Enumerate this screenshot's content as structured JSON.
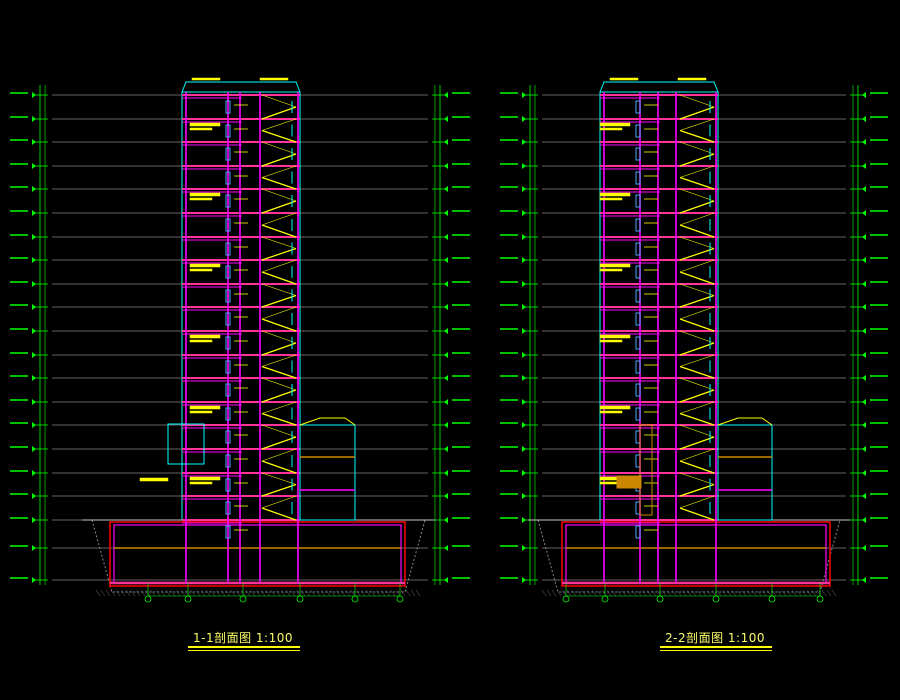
{
  "drawing": {
    "background_color": "#000000",
    "colors": {
      "grid": "#c8c8c8",
      "dimension": "#00ff00",
      "wall": "#ff00ff",
      "slab": "#ff3399",
      "outline": "#00ffff",
      "stair": "#ffff00",
      "annotation": "#ffff00",
      "accent": "#ff0000",
      "fill": "#cc8800",
      "window": "#4da6ff",
      "earth": "#888888"
    },
    "sections": [
      {
        "id": "section-1-1",
        "title": "1-1剖面图  1:100"
      },
      {
        "id": "section-2-2",
        "title": "2-2剖面图  1:100"
      }
    ]
  }
}
